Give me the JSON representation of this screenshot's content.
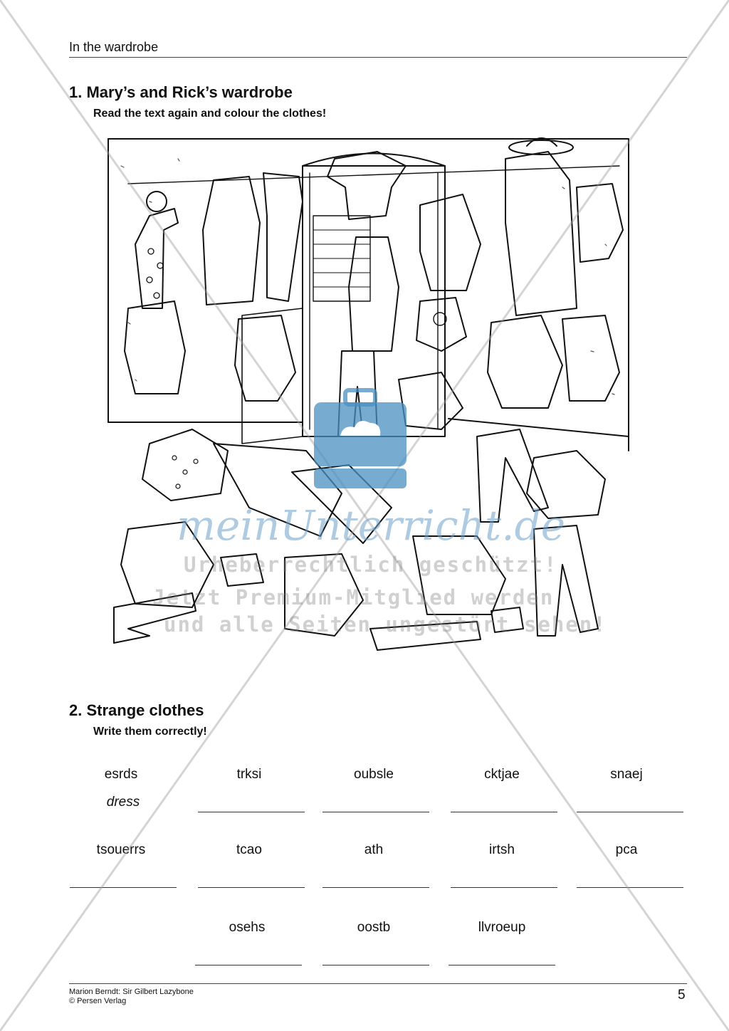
{
  "header": {
    "title": "In the wardrobe"
  },
  "section1": {
    "title": "1.  Mary’s and Rick’s wardrobe",
    "instruction": "Read the text again and colour the clothes!"
  },
  "section2": {
    "title": "2.  Strange clothes",
    "instruction": "Write them correctly!",
    "rows": [
      [
        {
          "word": "esrds",
          "answer": "dress"
        },
        {
          "word": "trksi",
          "answer": ""
        },
        {
          "word": "oubsle",
          "answer": ""
        },
        {
          "word": "cktjae",
          "answer": ""
        },
        {
          "word": "snaej",
          "answer": ""
        }
      ],
      [
        {
          "word": "tsouerrs",
          "answer": ""
        },
        {
          "word": "tcao",
          "answer": ""
        },
        {
          "word": "ath",
          "answer": ""
        },
        {
          "word": "irtsh",
          "answer": ""
        },
        {
          "word": "pca",
          "answer": ""
        }
      ],
      [
        {
          "word": "osehs",
          "answer": ""
        },
        {
          "word": "oostb",
          "answer": ""
        },
        {
          "word": "llvroeup",
          "answer": ""
        }
      ]
    ]
  },
  "footer": {
    "author_line": "Marion Berndt: Sir Gilbert Lazybone",
    "publisher_line": "© Persen Verlag",
    "page_number": "5"
  },
  "watermark": {
    "brand": "meinUnterricht.de",
    "line1": "Urheberrechtlich geschützt!",
    "line2": "Jetzt Premium-Mitglied werden",
    "line3": "und alle Seiten ungestört sehen!"
  },
  "colors": {
    "watermark_blue": "#4a90c0",
    "line": "#333333"
  }
}
